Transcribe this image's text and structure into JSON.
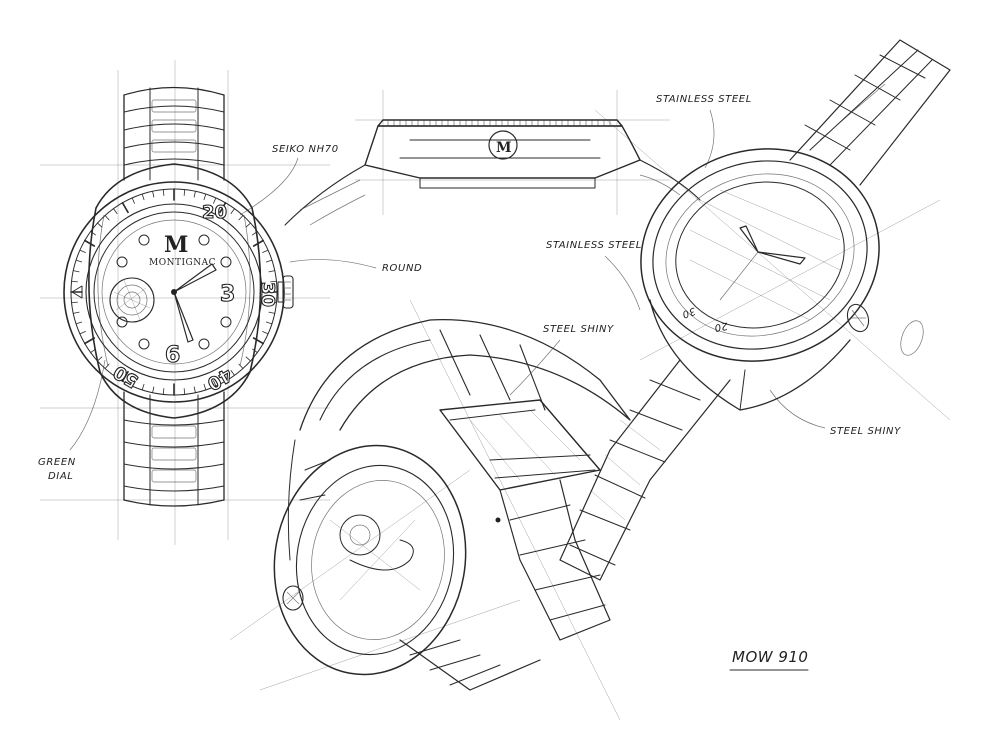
{
  "annotations": {
    "movement": "SEIKO NH70",
    "case_shape": "ROUND",
    "dial_color_line1": "GREEN",
    "dial_color_line2": "DIAL",
    "bezel_material_top": "STAINLESS STEEL",
    "case_material": "STAINLESS STEEL",
    "bracelet_finish_clasp": "STEEL SHINY",
    "bracelet_finish_side": "STEEL SHINY"
  },
  "dial": {
    "brand": "MONTIGNAC",
    "monogram": "M",
    "bezel_20": "20",
    "bezel_30": "30",
    "bezel_40": "40",
    "bezel_50": "50",
    "hour_3": "3",
    "hour_6": "6"
  },
  "tilted_dial": {
    "bezel_20": "20",
    "bezel_30": "30"
  },
  "model_code": "MOW 910"
}
